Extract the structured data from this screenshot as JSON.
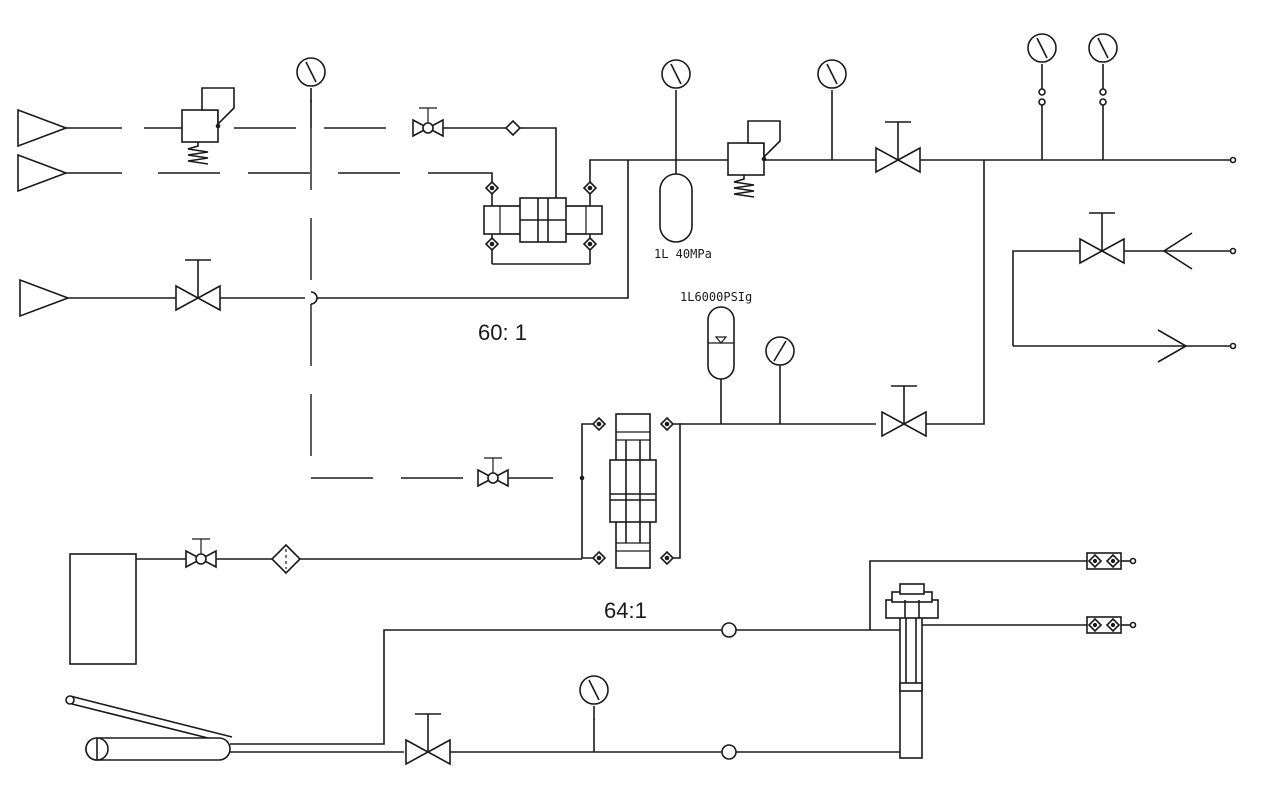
{
  "labels": {
    "accumulator_1": "1L 40MPa",
    "accumulator_2": "1L6000PSIg",
    "ratio_top": "60: 1",
    "ratio_bottom": "64:1"
  }
}
